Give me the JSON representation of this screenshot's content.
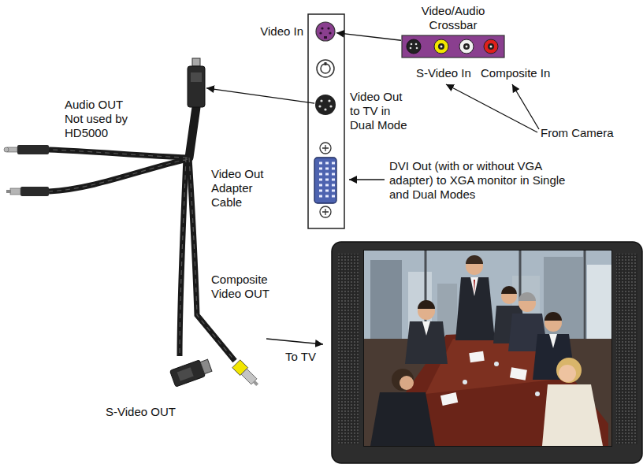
{
  "diagram": {
    "nodes": [
      {
        "text": [
          "Video/Audio Crossbar"
        ]
      },
      {
        "text": [
          "Video In"
        ]
      },
      {
        "text": [
          "Video Out to TV in Dual Mode"
        ]
      },
      {
        "text": [
          "Video Out Adapter Cable"
        ]
      }
    ],
    "edges": [
      {
        "from": 0,
        "to": 1,
        "arrow": "to"
      },
      {
        "from": 2,
        "to": 3,
        "arrow": "to"
      }
    ],
    "labels": [
      "S-Video In",
      "Composite In",
      "From Camera",
      "DVI Out (with or without VGA adapter) to XGA monitor in Single and Dual Modes",
      "Audio OUT Not used by HD5000",
      "Composite Video OUT",
      "S-Video OUT",
      "To TV"
    ]
  }
}
